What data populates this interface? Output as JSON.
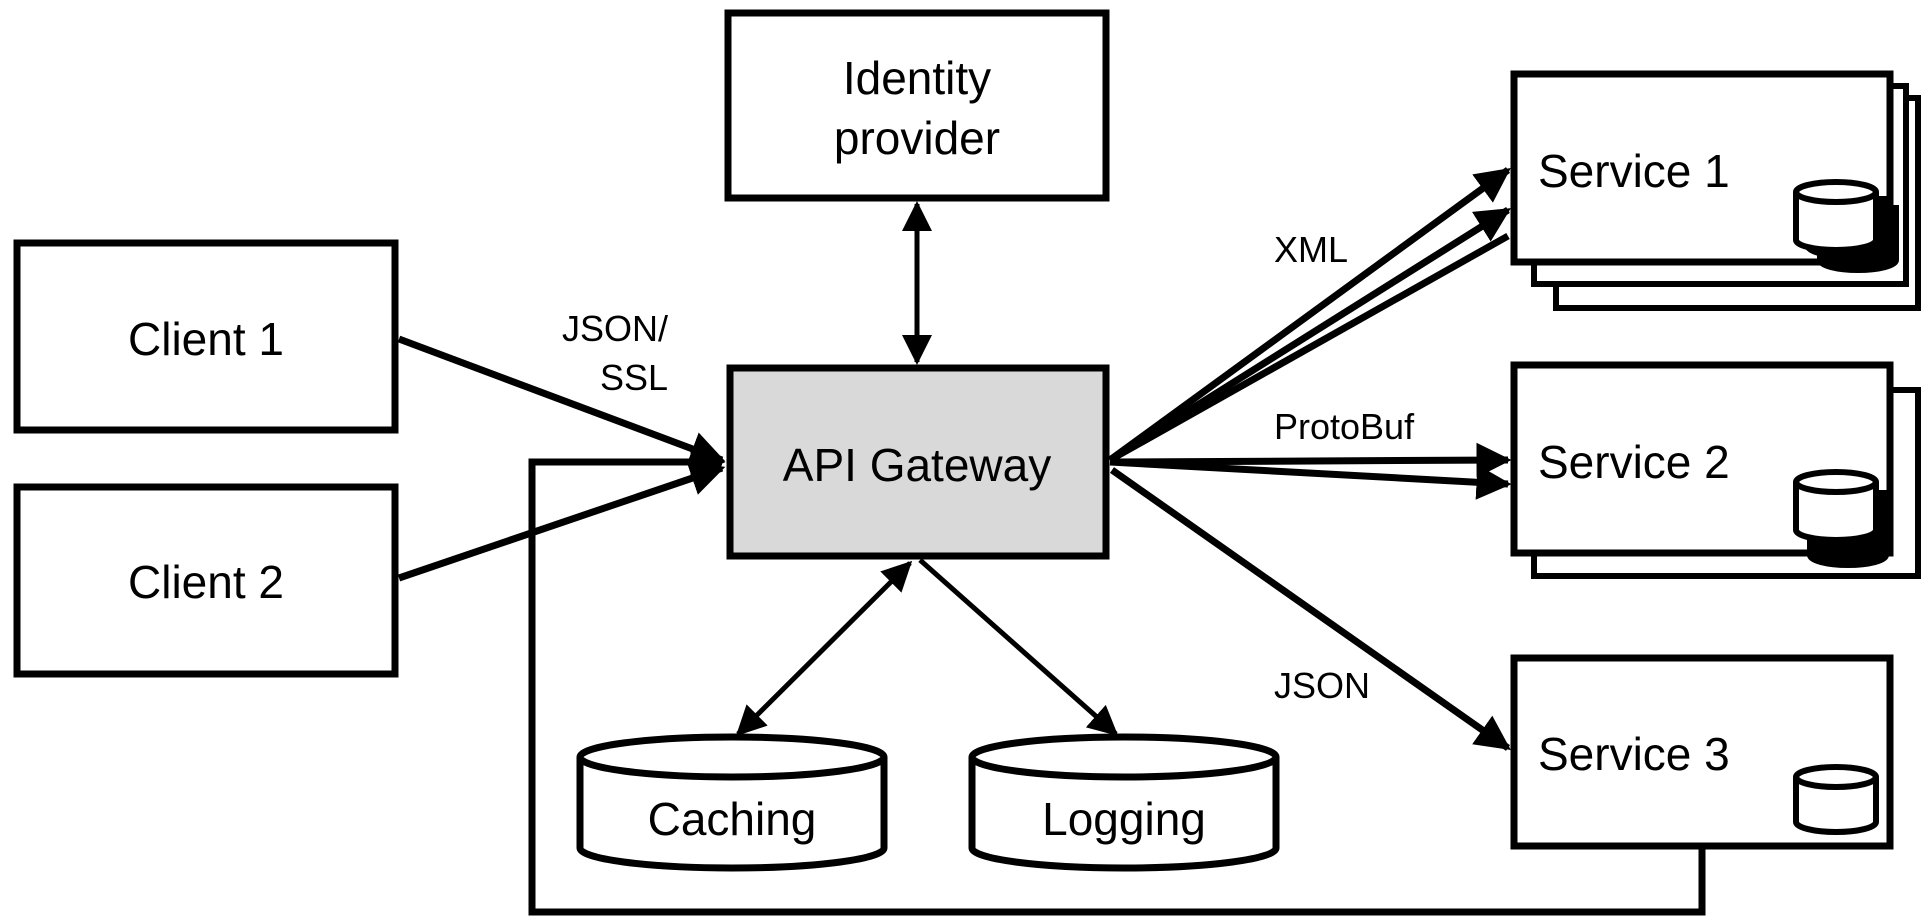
{
  "nodes": {
    "identity": [
      "Identity",
      "provider"
    ],
    "client1": "Client 1",
    "client2": "Client 2",
    "gateway": "API Gateway",
    "service1": "Service 1",
    "service2": "Service 2",
    "service3": "Service 3",
    "caching": "Caching",
    "logging": "Logging"
  },
  "edge_labels": {
    "json_ssl": [
      "JSON/",
      "SSL"
    ],
    "xml": "XML",
    "protobuf": "ProtoBuf",
    "json": "JSON"
  },
  "colors": {
    "stroke": "#000000",
    "gateway_fill": "#d9d9d9",
    "background": "#ffffff"
  }
}
